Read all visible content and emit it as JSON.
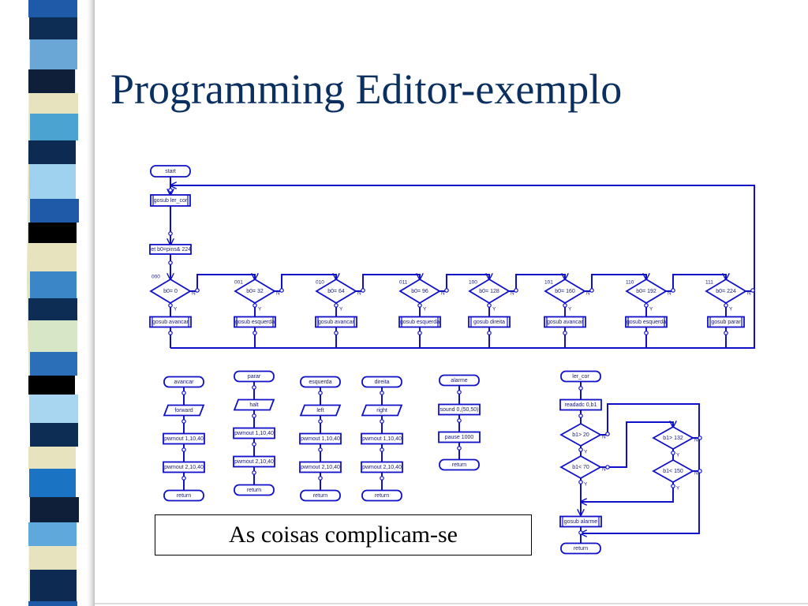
{
  "slide": {
    "title": "Programming Editor-exemplo",
    "caption": "As coisas complicam-se"
  },
  "colors": {
    "accent": "#0b2f5f",
    "flow": "#1010c8"
  },
  "icons": [
    "decorative-stripe"
  ],
  "main": {
    "start": "start",
    "gosub_ler_cor": "gosub ler_cor",
    "let_stmt": "let b0=pins& 224",
    "branches": [
      {
        "code": "000",
        "cond": "b0= 0",
        "action": "gosub avancar"
      },
      {
        "code": "001",
        "cond": "b0= 32",
        "action": "gosub esquerda"
      },
      {
        "code": "010",
        "cond": "b0= 64",
        "action": "gosub avancar"
      },
      {
        "code": "011",
        "cond": "b0= 96",
        "action": "gosub esquerda"
      },
      {
        "code": "100",
        "cond": "b0= 128",
        "action": "gosub direita"
      },
      {
        "code": "101",
        "cond": "b0= 160",
        "action": "gosub avancar"
      },
      {
        "code": "110",
        "cond": "b0= 192",
        "action": "gosub esquerda"
      },
      {
        "code": "111",
        "cond": "b0= 224",
        "action": "gosub parar"
      }
    ],
    "yes": "Y",
    "no": "N"
  },
  "subs": [
    {
      "name": "avancar",
      "steps": [
        "forward",
        "pwmout 1,10,40",
        "pwmout 2,10,40"
      ],
      "end": "return"
    },
    {
      "name": "parar",
      "steps": [
        "halt",
        "pwmout 1,10,40",
        "pwmout 2,10,40"
      ],
      "end": "return"
    },
    {
      "name": "esquerda",
      "steps": [
        "left",
        "pwmout 1,10,40",
        "pwmout 2,10,40"
      ],
      "end": "return"
    },
    {
      "name": "direita",
      "steps": [
        "right",
        "pwmout 1,10,40",
        "pwmout 2,10,40"
      ],
      "end": "return"
    }
  ],
  "alarme": {
    "name": "alarme",
    "steps": [
      "sound  0,(50,50)",
      "pause 1000"
    ],
    "end": "return"
  },
  "ler_cor": {
    "name": "ler_cor",
    "readadc": "readadc  0,b1",
    "c1": "b1> 20",
    "c2": "b1< 70",
    "c3": "b1> 132",
    "c4": "b1< 150",
    "gosub": "gosub alarme",
    "end": "return"
  }
}
